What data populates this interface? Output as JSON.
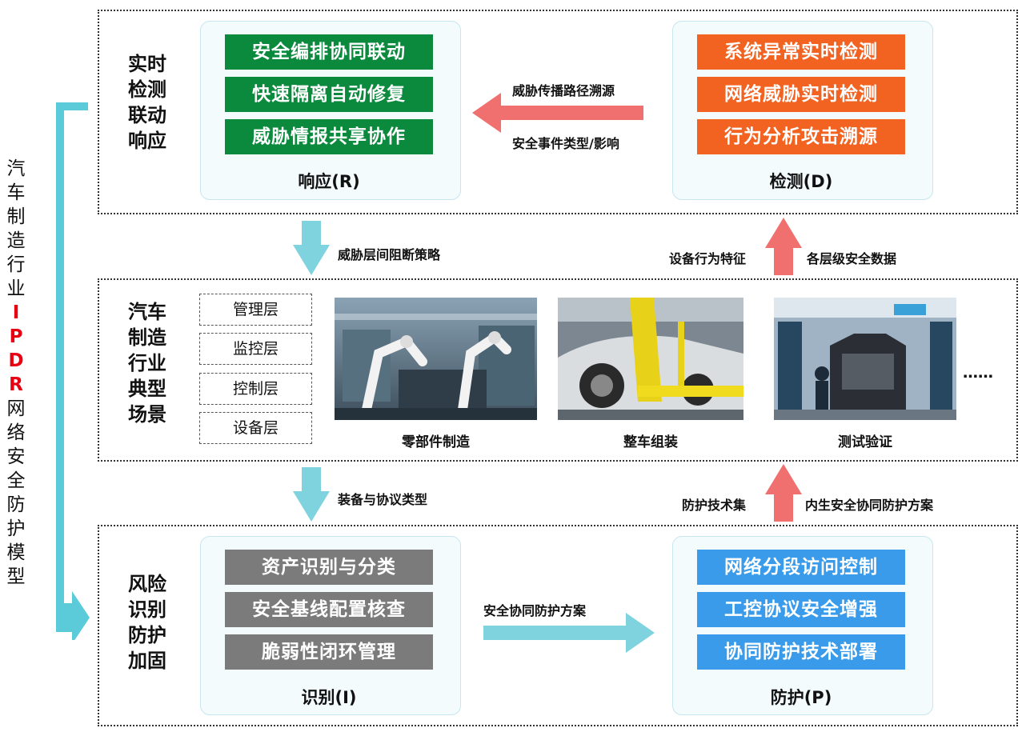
{
  "model_title": {
    "prefix": [
      "汽",
      "车",
      "制",
      "造",
      "行",
      "业"
    ],
    "acronym": [
      "I",
      "P",
      "D",
      "R"
    ],
    "suffix": [
      "网",
      "络",
      "安",
      "全",
      "防",
      "护",
      "模",
      "型"
    ]
  },
  "top_section": {
    "title": [
      "实时",
      "检测",
      "联动",
      "响应"
    ],
    "response": {
      "items": [
        "安全编排协同联动",
        "快速隔离自动修复",
        "威胁情报共享协作"
      ],
      "label": "响应(R)"
    },
    "detection": {
      "items": [
        "系统异常实时检测",
        "网络威胁实时检测",
        "行为分析攻击溯源"
      ],
      "label": "检测(D)"
    },
    "arrow_top_label": "威胁传播路径溯源",
    "arrow_bottom_label": "安全事件类型/影响"
  },
  "middle_section": {
    "title": [
      "汽车",
      "制造",
      "行业",
      "典型",
      "场景"
    ],
    "layers": [
      "管理层",
      "监控层",
      "控制层",
      "设备层"
    ],
    "scenes": [
      "零部件制造",
      "整车组装",
      "测试验证"
    ],
    "ellipsis": "……"
  },
  "bottom_section": {
    "title": [
      "风险",
      "识别",
      "防护",
      "加固"
    ],
    "identify": {
      "items": [
        "资产识别与分类",
        "安全基线配置核查",
        "脆弱性闭环管理"
      ],
      "label": "识别(I)"
    },
    "protect": {
      "items": [
        "网络分段访问控制",
        "工控协议安全增强",
        "协同防护技术部署"
      ],
      "label": "防护(P)"
    },
    "arrow_label": "安全协同防护方案"
  },
  "connectors": {
    "down_top_label": "威胁层间阻断策略",
    "up_top_left_label": "设备行为特征",
    "up_top_right_label": "各层级安全数据",
    "down_bottom_label": "装备与协议类型",
    "up_bottom_left_label": "防护技术集",
    "up_bottom_right_label": "内生安全协同防护方案"
  },
  "colors": {
    "green": "#0b8a3e",
    "orange": "#f26322",
    "gray": "#7b7b7b",
    "blue": "#3a9bea",
    "salmon_arrow": "#f07070",
    "cyan_arrow": "#7fd3df",
    "side_bracket": "#5ccbd9"
  }
}
